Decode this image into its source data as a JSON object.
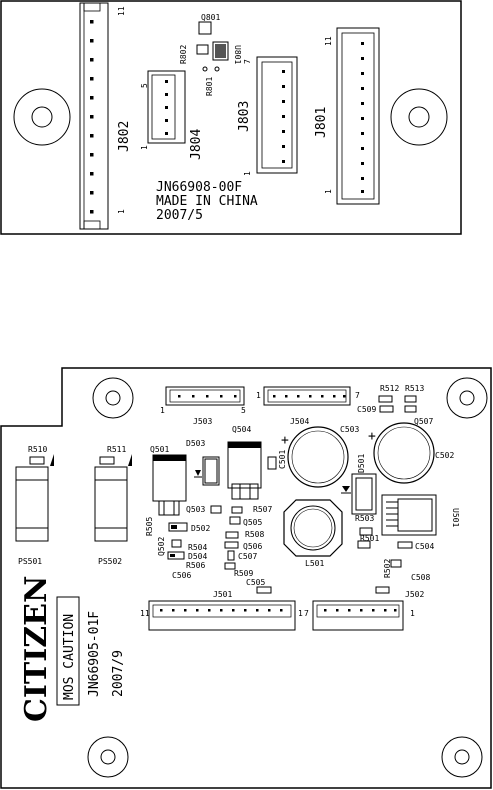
{
  "board1": {
    "conn_labels": {
      "j801": "J801",
      "j802": "J802",
      "j803": "J803",
      "j804": "J804"
    },
    "pin_labels": {
      "j802_top": "11",
      "j802_bot": "1",
      "j804_5": "5",
      "j804_1": "1",
      "j803_7": "7",
      "j803_1": "1",
      "j801_top": "11",
      "j801_bot": "1"
    },
    "parts": {
      "q801": "Q801",
      "r802": "R802",
      "u801": "U801",
      "r801": "R801"
    },
    "silk": {
      "line1": "JN66908-00F",
      "line2": "MADE IN CHINA",
      "line3": "2007/5"
    }
  },
  "board2": {
    "parts": {
      "r510": "R510",
      "r511": "R511",
      "ps501": "PS501",
      "ps502": "PS502",
      "q501": "Q501",
      "d503": "D503",
      "q504": "Q504",
      "r507": "R507",
      "c503": "C503",
      "c502": "C502",
      "d501": "D501",
      "r512": "R512",
      "r513": "R513",
      "c509": "C509",
      "q507": "Q507",
      "u501": "U501",
      "r503": "R503",
      "r501": "R501",
      "c504": "C504",
      "l501": "L501",
      "r505": "R505",
      "q503": "Q503",
      "d502": "D502",
      "q505": "Q505",
      "r508": "R508",
      "q502": "Q502",
      "r504": "R504",
      "d504": "D504",
      "q506": "Q506",
      "r506": "R506",
      "c507": "C507",
      "c506": "C506",
      "r509": "R509",
      "c505": "C505",
      "r502": "R502",
      "c508": "C508",
      "c501": "C501"
    },
    "conn_labels": {
      "j503": "J503",
      "j504": "J504",
      "j501": "J501",
      "j502": "J502"
    },
    "pin_labels": {
      "j503_1": "1",
      "j503_5": "5",
      "j504_1": "1",
      "j504_7": "7",
      "j501_11": "11",
      "j501_1": "1",
      "j502_7": "7",
      "j502_1": "1"
    },
    "plus": "+",
    "brand": "CITIZEN",
    "mos": "MOS CAUTION",
    "code": "JN66905-01F",
    "date": "2007/9"
  }
}
